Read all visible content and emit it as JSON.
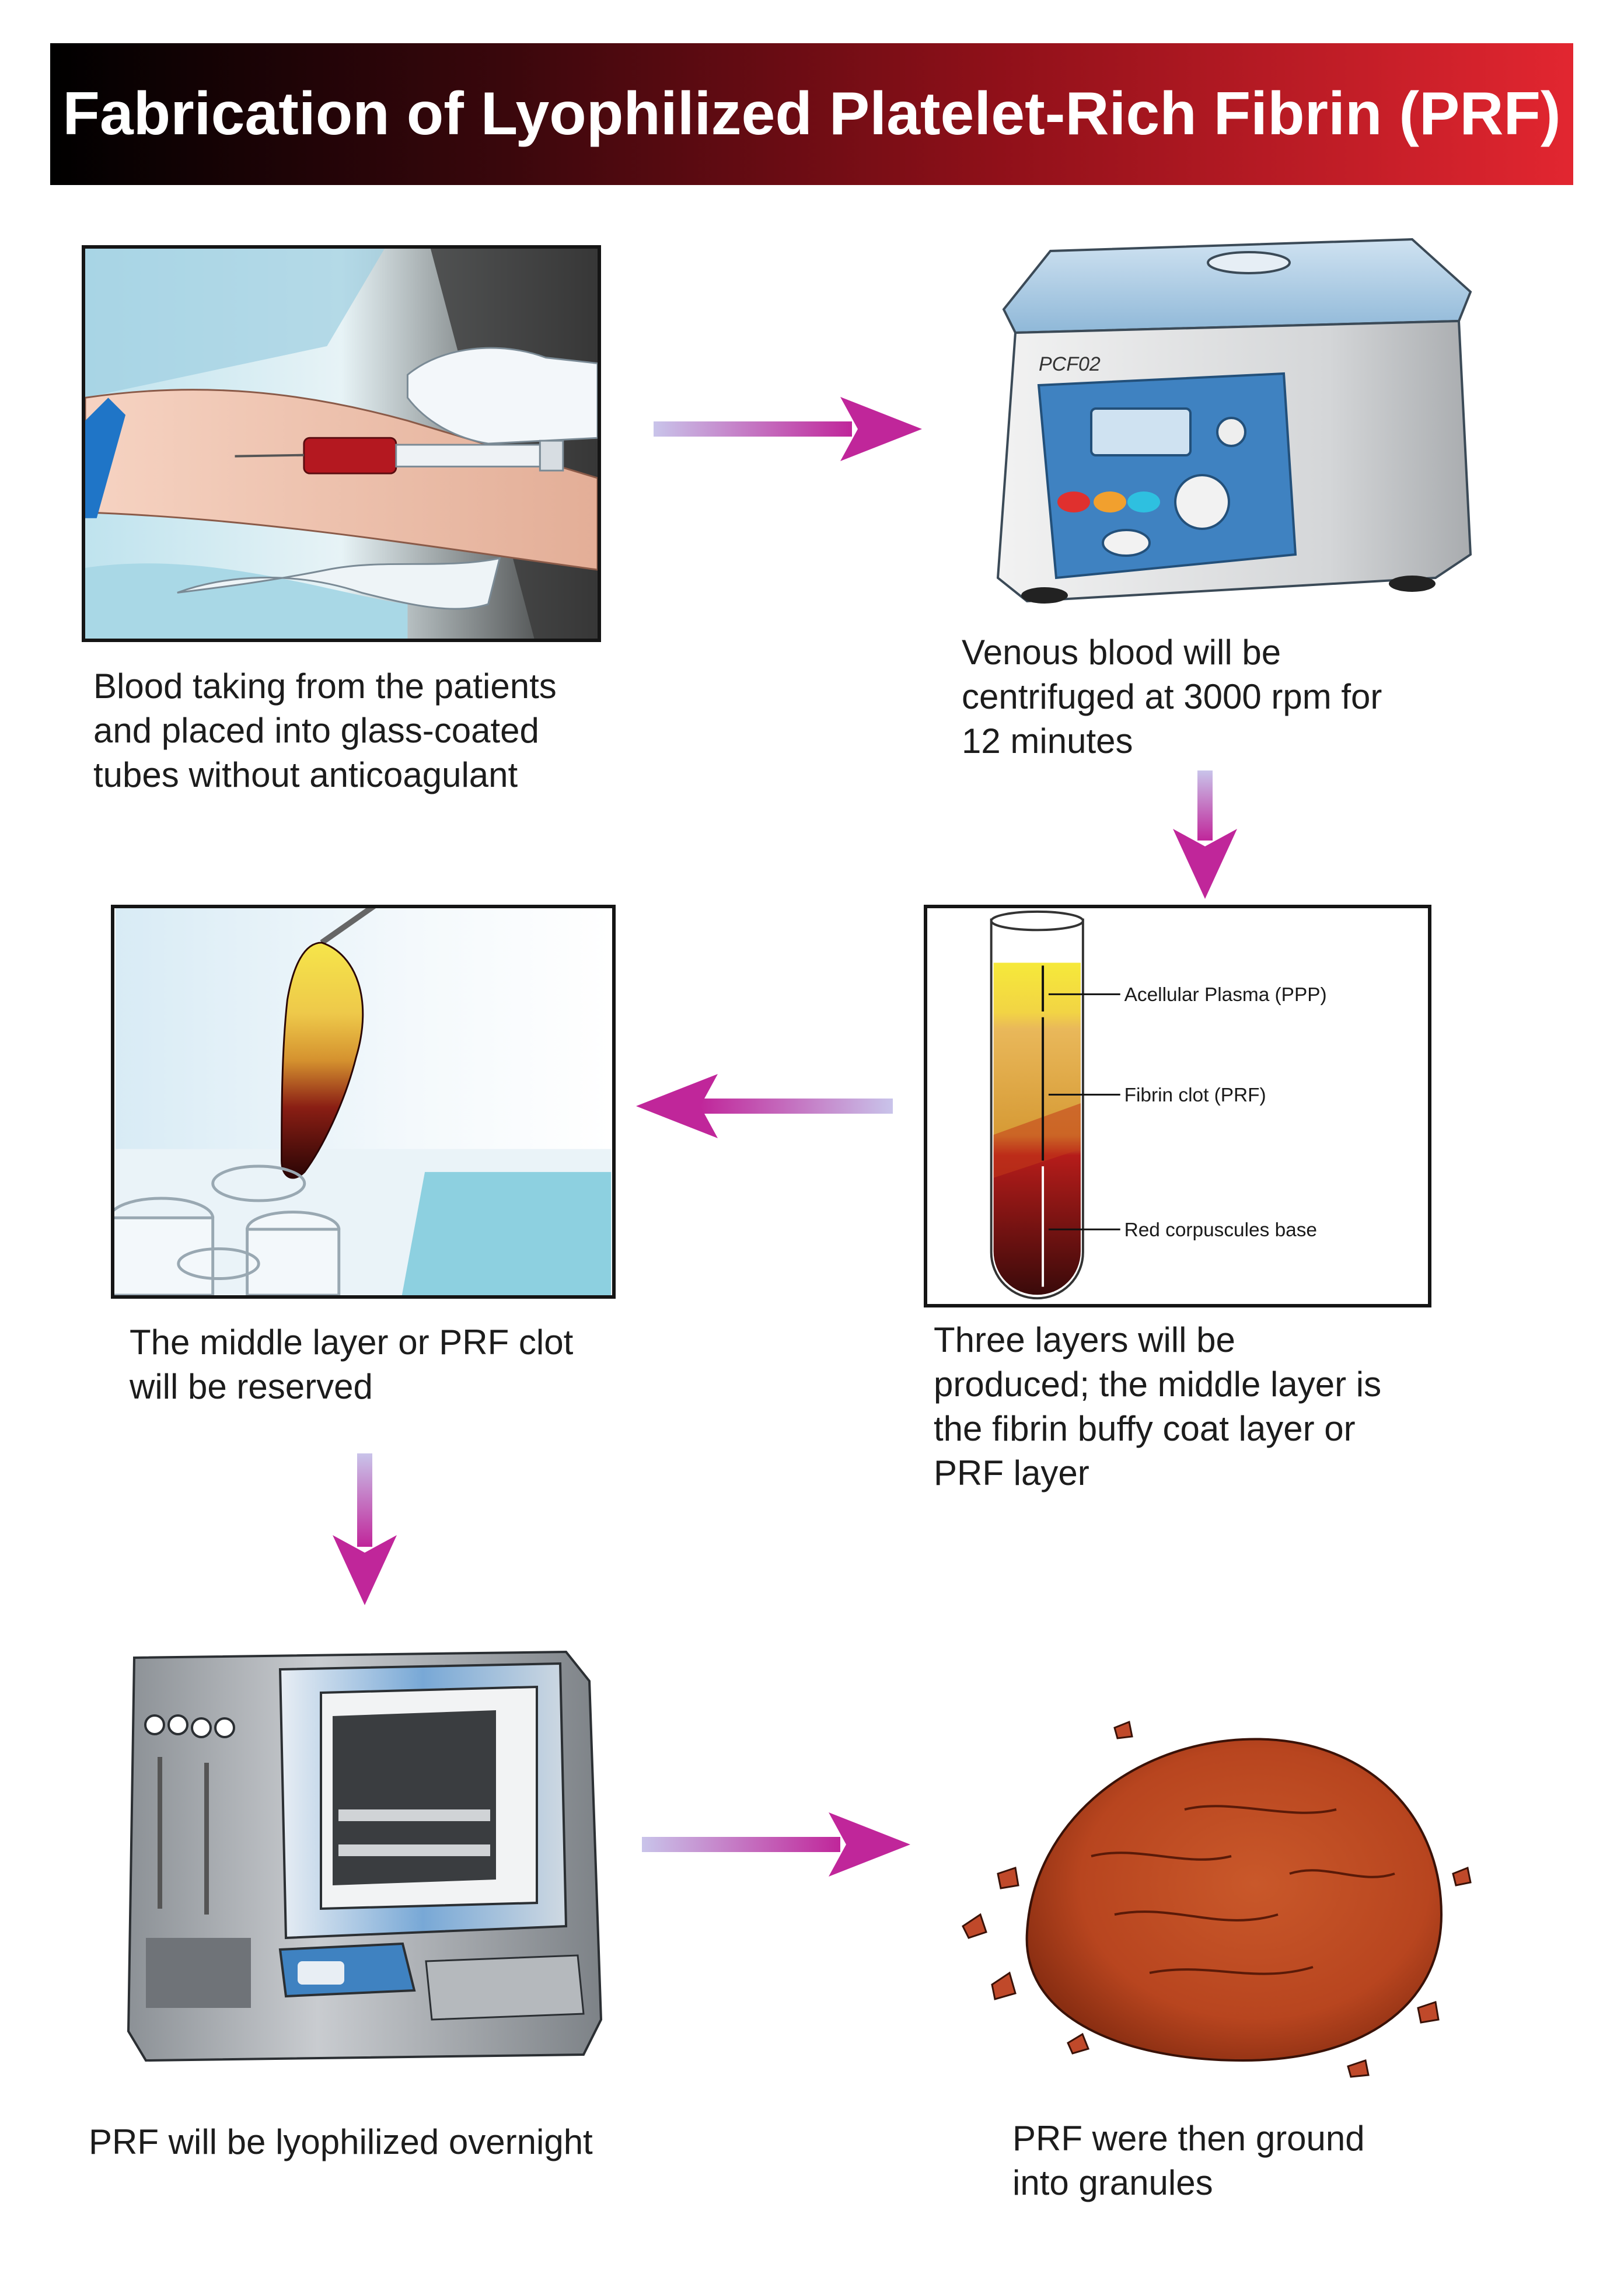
{
  "title": "Fabrication of Lyophilized Platelet-Rich Fibrin (PRF)",
  "steps": [
    {
      "caption": [
        "Blood taking from the patients",
        "and placed into glass-coated",
        "tubes without anticoagulant"
      ]
    },
    {
      "caption": [
        "Venous blood will be",
        "centrifuged at 3000 rpm for",
        "12 minutes"
      ]
    },
    {
      "caption": [
        "Three layers will be",
        "produced; the middle layer is",
        "the fibrin buffy coat layer or",
        "PRF layer"
      ]
    },
    {
      "caption": [
        "The middle layer or PRF clot",
        "will be reserved"
      ]
    },
    {
      "caption": [
        "PRF will be lyophilized overnight"
      ]
    },
    {
      "caption": [
        "PRF were then ground",
        "into granules"
      ]
    }
  ],
  "centrifuge": {
    "model_label": "PCF02"
  },
  "tube_labels": {
    "plasma": "Acellular Plasma (PPP)",
    "fibrin": "Fibrin clot (PRF)",
    "red": "Red corpuscules base"
  },
  "colors": {
    "banner_start": "#000000",
    "banner_end": "#e22630",
    "arrow_start": "#c9c4ea",
    "arrow_end": "#c0269a",
    "granule": "#b8451f"
  },
  "icons": [
    "syringe-icon",
    "centrifuge-icon",
    "tube-icon",
    "clot-icon",
    "freeze-dryer-icon",
    "granules-icon",
    "flow-arrow-icon"
  ]
}
